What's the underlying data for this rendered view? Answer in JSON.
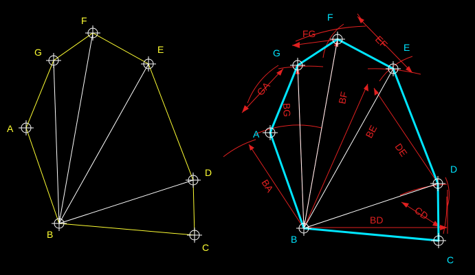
{
  "colors": {
    "background": "#000000",
    "left_outline": "#ffff33",
    "left_labels": "#ffff33",
    "right_outline": "#00e5ff",
    "right_labels": "#00e5ff",
    "radial_lines": "#ffffff",
    "dimensions": "#e02020",
    "markers": "#ffffff"
  },
  "left_figure": {
    "labels": {
      "F": "F",
      "G": "G",
      "E": "E",
      "A": "A",
      "D": "D",
      "B": "B",
      "C": "C"
    }
  },
  "right_figure": {
    "labels": {
      "F": "F",
      "G": "G",
      "E": "E",
      "A": "A",
      "D": "D",
      "B": "B",
      "C": "C"
    },
    "dimensions": {
      "FG": "FG",
      "EF": "EF",
      "GA": "GA",
      "BG": "BG",
      "BF": "BF",
      "BE": "BE",
      "DE": "DE",
      "BA": "BA",
      "CD": "CD",
      "BD": "BD"
    }
  }
}
